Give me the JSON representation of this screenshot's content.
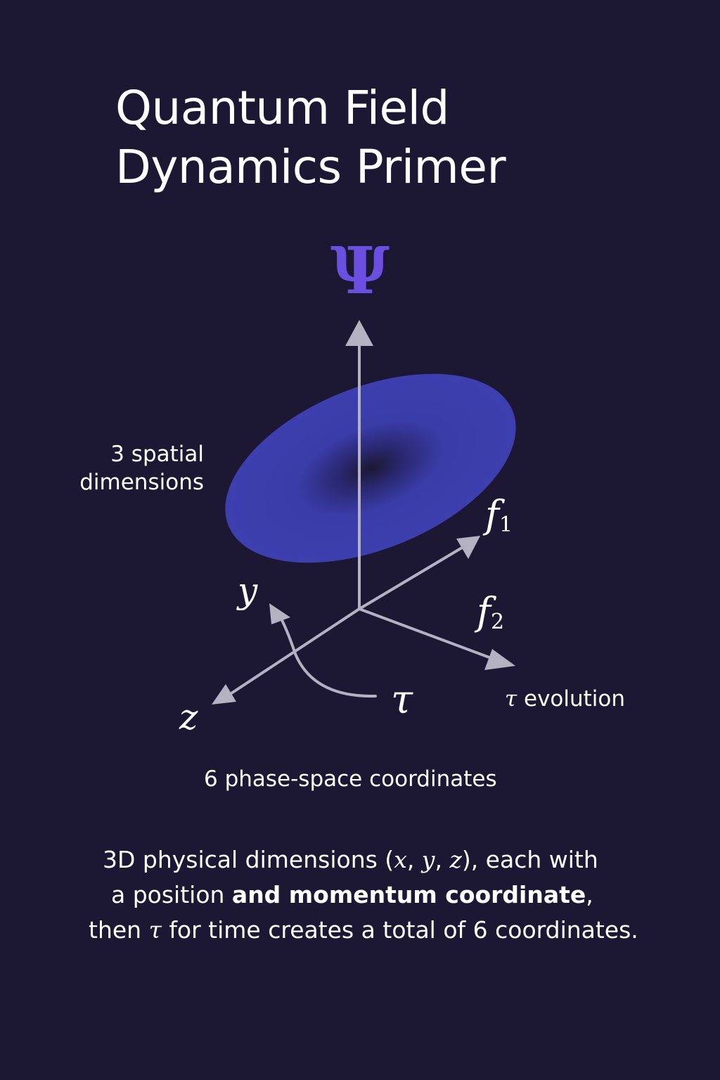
{
  "title": {
    "line1": "Quantum Field",
    "line2": "Dynamics Primer"
  },
  "diagram": {
    "psi_symbol": "Ψ",
    "axis_f1": "f",
    "axis_f1_sub": "1",
    "axis_f2": "f",
    "axis_f2_sub": "2",
    "axis_y": "y",
    "axis_z": "z",
    "tau_symbol": "τ",
    "spatial_label_line1": "3 spatial",
    "spatial_label_line2": "dimensions",
    "tau_evolution_symbol": "τ",
    "tau_evolution_text": " evolution",
    "phase_space_label": "6 phase-space coordinates",
    "colors": {
      "background": "#1c1833",
      "ellipse": "#3d3fae",
      "psi": "#6b4fe0",
      "axes": "#b4b2c2"
    }
  },
  "caption": {
    "l1_a": "3D physical dimensions (",
    "l1_x": "x",
    "l1_b": ", ",
    "l1_y": "y",
    "l1_c": ", ",
    "l1_z": "z",
    "l1_d": "), each with",
    "l2_a": "a position ",
    "l2_bold": "and momentum coordinate",
    "l2_b": ",",
    "l3_a": "then ",
    "l3_tau": "τ",
    "l3_b": " for time creates a total of 6 coordinates."
  }
}
